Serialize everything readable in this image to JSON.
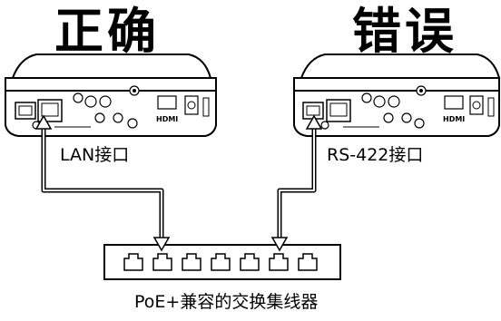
{
  "headings": {
    "correct": "正确",
    "wrong": "错误"
  },
  "labels": {
    "lan_port": "LAN接口",
    "rs422_port": "RS-422接口",
    "hub": "PoE+兼容的交换集线器"
  },
  "device_panel_text": {
    "hdmi": "HDMI"
  },
  "hub": {
    "port_count": 7
  }
}
